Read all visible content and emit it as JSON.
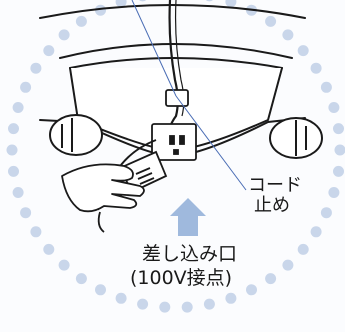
{
  "labels": {
    "cord_stopper_line1": "コード",
    "cord_stopper_line2": "止め",
    "outlet_line1": "差し込み口",
    "outlet_line2": "(100V接点)"
  },
  "colors": {
    "dot_ring": "#c9d6ea",
    "arrow": "#9fb9dd",
    "leader_line": "#4a6db5",
    "ink": "#1a1a1a",
    "halo": "#ffffff"
  }
}
